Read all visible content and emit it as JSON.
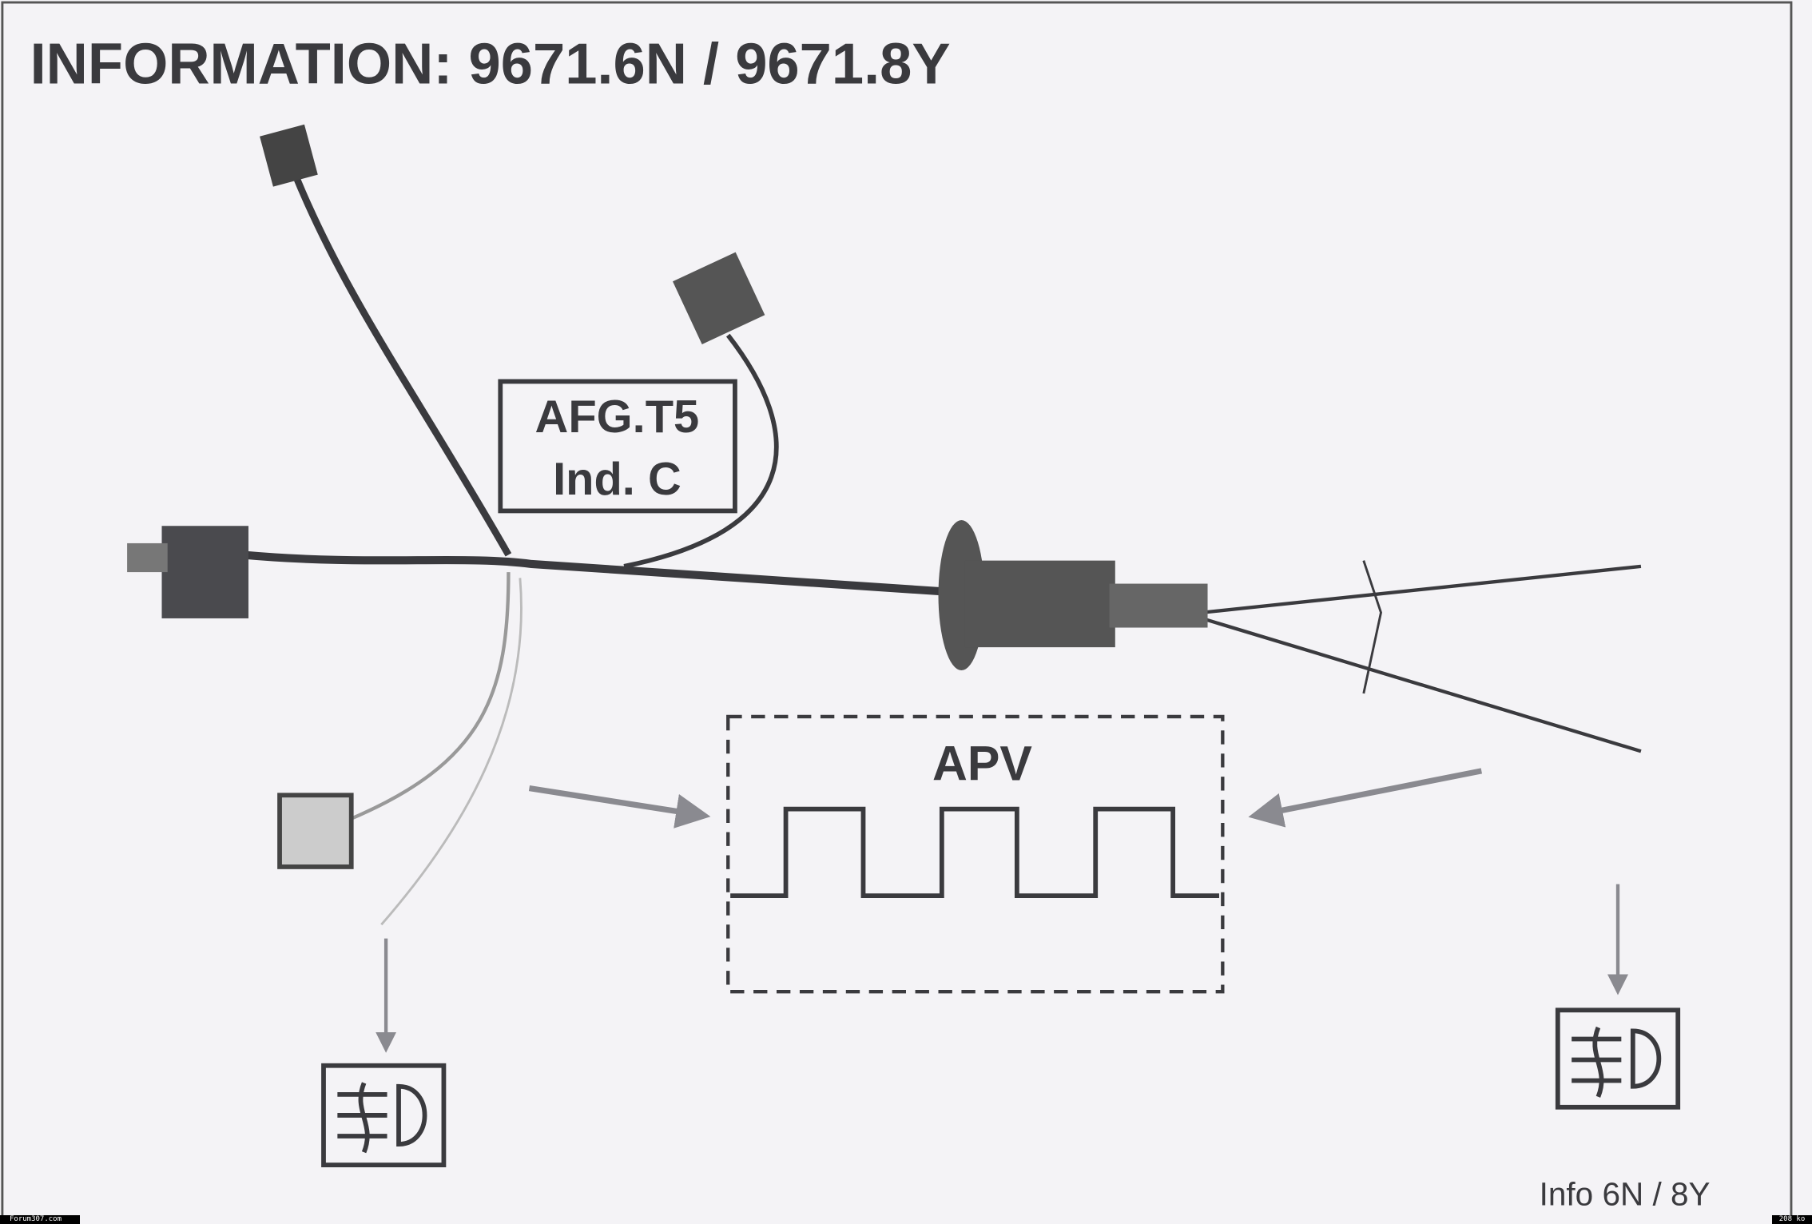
{
  "title": "INFORMATION: 9671.6N / 9671.8Y",
  "connector_label": {
    "line1": "AFG.T5",
    "line2": "Ind. C"
  },
  "signal_box": {
    "label": "APV"
  },
  "icons": {
    "left": "fog-light-icon",
    "right": "fog-light-icon"
  },
  "footer_note": "Info 6N / 8Y",
  "watermark_left": "Forum307.com",
  "watermark_right": "208 ko",
  "colors": {
    "ink": "#3a3a3e",
    "paper": "#f4f3f6",
    "arrow": "#8a8a90"
  }
}
